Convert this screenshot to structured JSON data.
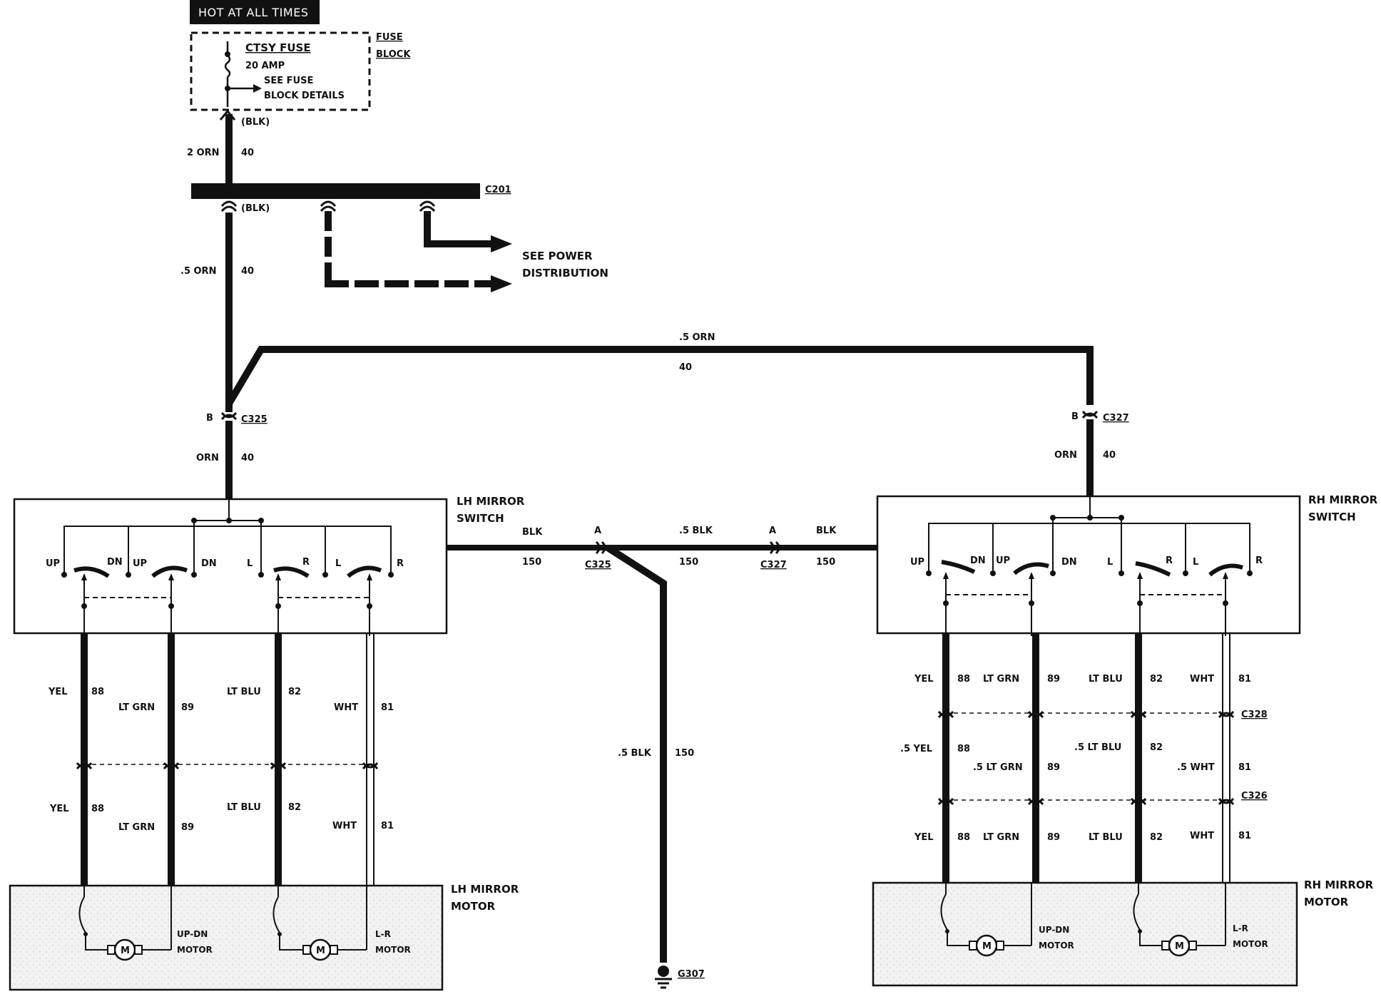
{
  "hot_at_all_times": "HOT AT ALL TIMES",
  "fuse_block": {
    "title_line1": "FUSE",
    "title_line2": "BLOCK",
    "fuse_name": "CTSY FUSE",
    "fuse_rating": "20 AMP",
    "see_details_line1": "SEE FUSE",
    "see_details_line2": "BLOCK DETAILS",
    "connector": "(BLK)"
  },
  "feed_wire": {
    "color": "2 ORN",
    "circuit": "40"
  },
  "c201": {
    "name": "C201",
    "connector": "(BLK)"
  },
  "power_distribution": {
    "line1": "SEE POWER",
    "line2": "DISTRIBUTION"
  },
  "lh_feed": {
    "color": ".5 ORN",
    "circuit": "40"
  },
  "crossover": {
    "color": ".5 ORN",
    "circuit": "40"
  },
  "c325_top": {
    "pin": "B",
    "name": "C325",
    "color": "ORN",
    "circuit": "40"
  },
  "c327_top": {
    "pin": "B",
    "name": "C327",
    "color": "ORN",
    "circuit": "40"
  },
  "lh_switch": {
    "title_line1": "LH MIRROR",
    "title_line2": "SWITCH",
    "contacts": [
      "UP",
      "DN",
      "UP",
      "DN",
      "L",
      "R",
      "L",
      "R"
    ]
  },
  "rh_switch": {
    "title_line1": "RH MIRROR",
    "title_line2": "SWITCH",
    "contacts": [
      "UP",
      "DN",
      "UP",
      "DN",
      "L",
      "R",
      "L",
      "R"
    ]
  },
  "ground_path": {
    "left": {
      "color": "BLK",
      "circuit": "150"
    },
    "c325": {
      "pin": "A",
      "name": "C325"
    },
    "middle": {
      "color": ".5 BLK",
      "circuit": "150"
    },
    "c327": {
      "pin": "A",
      "name": "C327"
    },
    "right": {
      "color": "BLK",
      "circuit": "150"
    },
    "drop": {
      "color": ".5 BLK",
      "circuit": "150"
    },
    "ground": "G307"
  },
  "lh_wires_upper": [
    {
      "color": "YEL",
      "circuit": "88"
    },
    {
      "color": "LT GRN",
      "circuit": "89"
    },
    {
      "color": "LT BLU",
      "circuit": "82"
    },
    {
      "color": "WHT",
      "circuit": "81"
    }
  ],
  "lh_wires_lower": [
    {
      "color": "YEL",
      "circuit": "88"
    },
    {
      "color": "LT GRN",
      "circuit": "89"
    },
    {
      "color": "LT BLU",
      "circuit": "82"
    },
    {
      "color": "WHT",
      "circuit": "81"
    }
  ],
  "rh_wires_upper": [
    {
      "color": "YEL",
      "circuit": "88"
    },
    {
      "color": "LT GRN",
      "circuit": "89"
    },
    {
      "color": "LT BLU",
      "circuit": "82"
    },
    {
      "color": "WHT",
      "circuit": "81"
    }
  ],
  "rh_wires_middle": [
    {
      "color": ".5 YEL",
      "circuit": "88"
    },
    {
      "color": ".5 LT GRN",
      "circuit": "89"
    },
    {
      "color": ".5 LT BLU",
      "circuit": "82"
    },
    {
      "color": ".5 WHT",
      "circuit": "81"
    }
  ],
  "rh_wires_lower": [
    {
      "color": "YEL",
      "circuit": "88"
    },
    {
      "color": "LT GRN",
      "circuit": "89"
    },
    {
      "color": "LT BLU",
      "circuit": "82"
    },
    {
      "color": "WHT",
      "circuit": "81"
    }
  ],
  "c328": "C328",
  "c326": "C326",
  "lh_motor": {
    "title_line1": "LH MIRROR",
    "title_line2": "MOTOR",
    "motor_symbol": "M",
    "updn_line1": "UP-DN",
    "updn_line2": "MOTOR",
    "lr_line1": "L-R",
    "lr_line2": "MOTOR"
  },
  "rh_motor": {
    "title_line1": "RH MIRROR",
    "title_line2": "MOTOR",
    "motor_symbol": "M",
    "updn_line1": "UP-DN",
    "updn_line2": "MOTOR",
    "lr_line1": "L-R",
    "lr_line2": "MOTOR"
  },
  "colors": {
    "ink": "#111111",
    "paper": "#ffffff",
    "motor_fill": "#ededed"
  }
}
